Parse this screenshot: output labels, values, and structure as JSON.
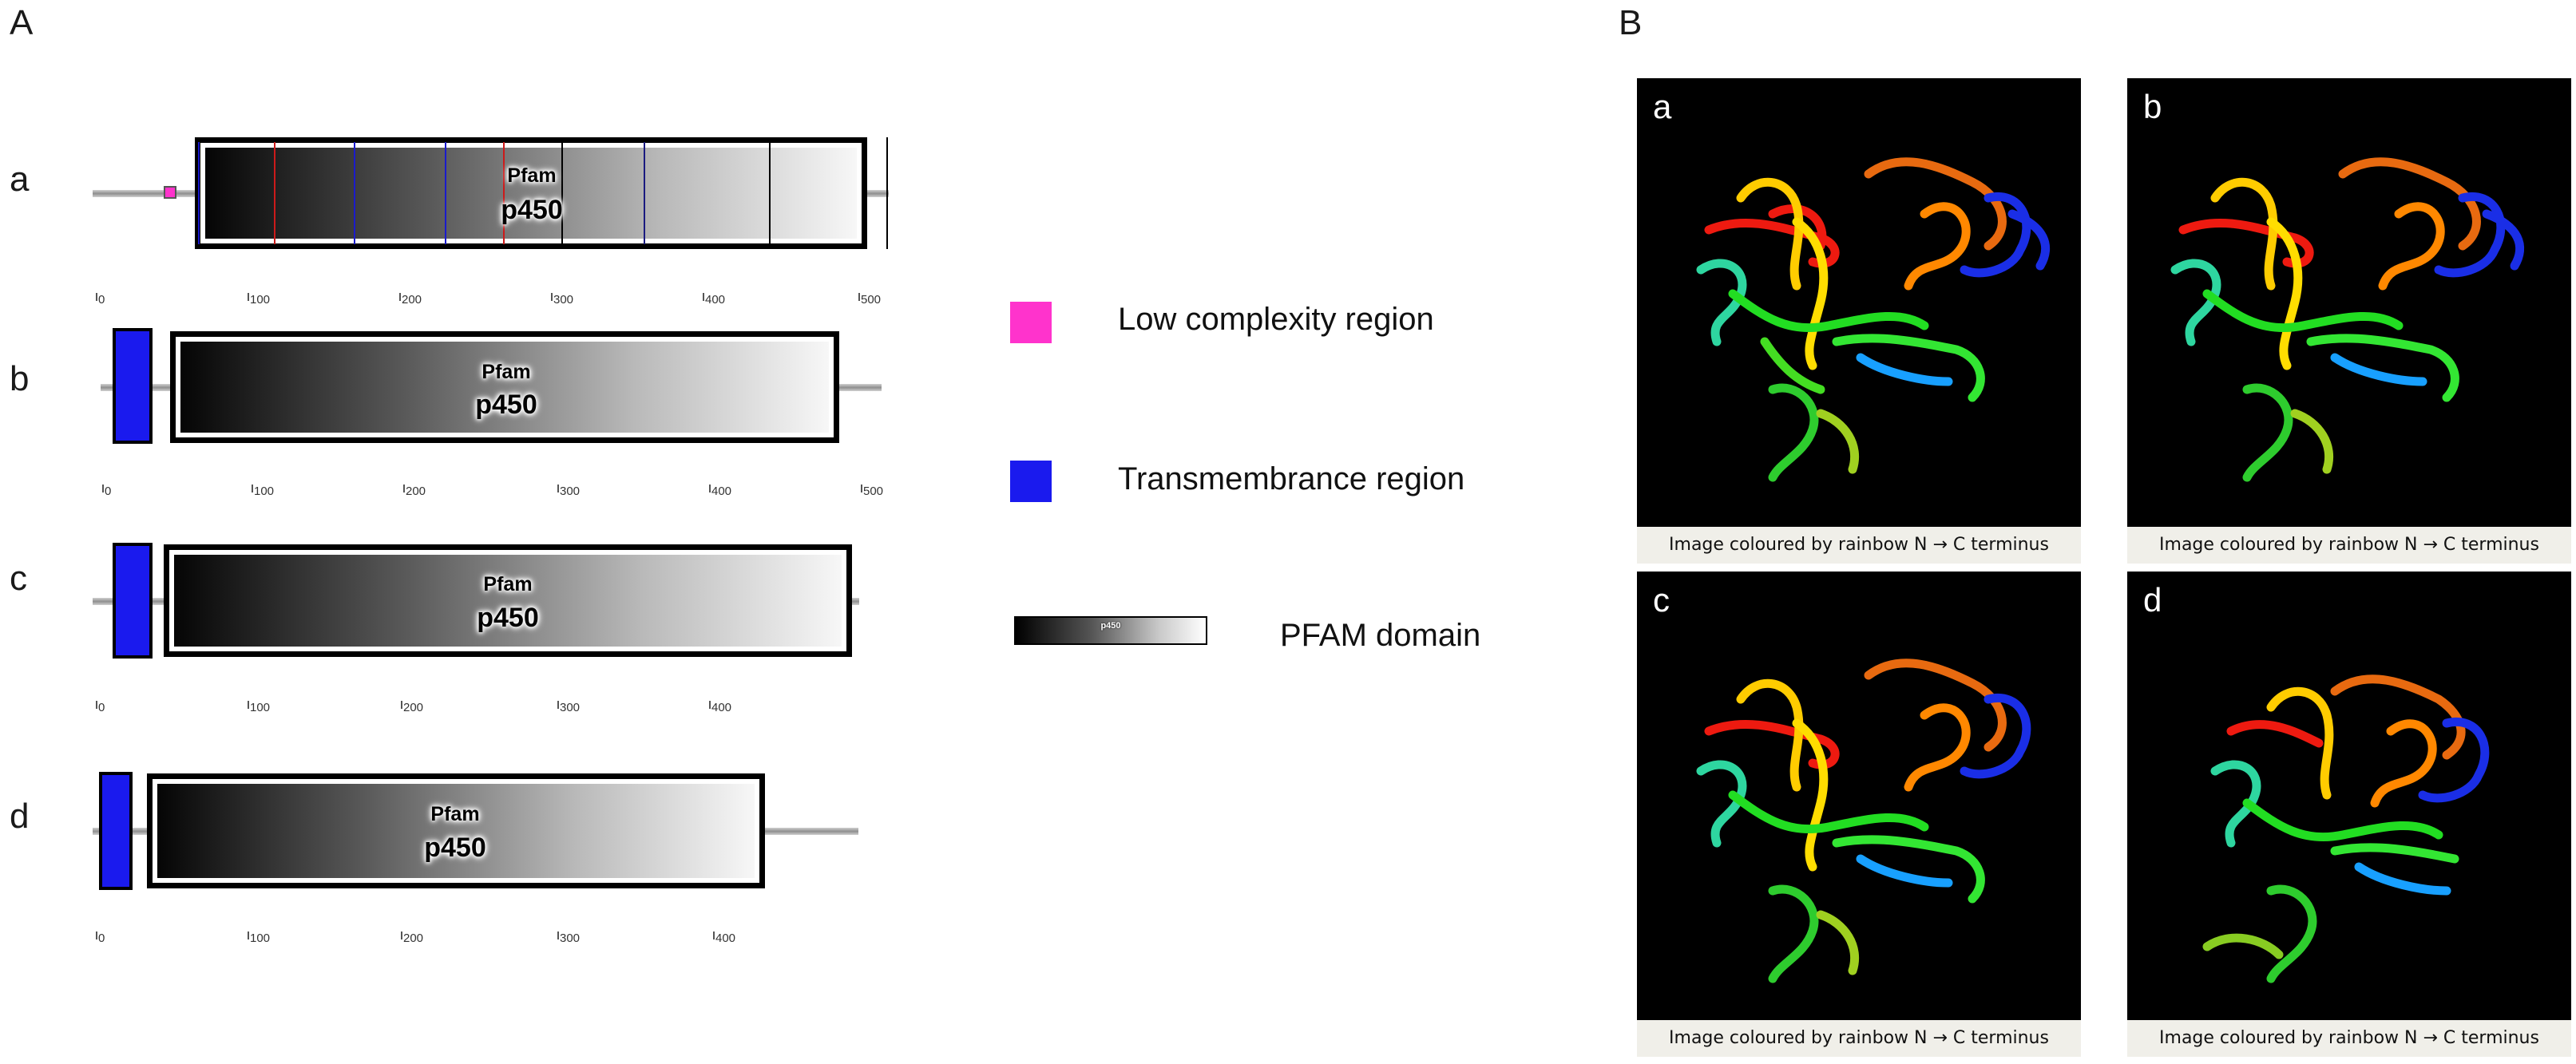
{
  "panels": {
    "A": "A",
    "B": "B"
  },
  "rows": [
    {
      "letter": "a",
      "pfam": "Pfam",
      "domain": "p450",
      "ticks": [
        "0",
        "100",
        "200",
        "300",
        "400",
        "500"
      ]
    },
    {
      "letter": "b",
      "pfam": "Pfam",
      "domain": "p450",
      "ticks": [
        "0",
        "100",
        "200",
        "300",
        "400",
        "500"
      ]
    },
    {
      "letter": "c",
      "pfam": "Pfam",
      "domain": "p450",
      "ticks": [
        "0",
        "100",
        "200",
        "300",
        "400"
      ]
    },
    {
      "letter": "d",
      "pfam": "Pfam",
      "domain": "p450",
      "ticks": [
        "0",
        "100",
        "200",
        "300",
        "400"
      ]
    }
  ],
  "legend": {
    "low_complexity": "Low complexity region",
    "transmembrane": "Transmembrance region",
    "pfam_domain": "PFAM domain",
    "pfam_swatch_text": "p450",
    "colors": {
      "low_complexity": "#ff33cc",
      "transmembrane": "#1a1aee"
    }
  },
  "structures": [
    {
      "letter": "a",
      "caption": "Image coloured by rainbow N → C terminus"
    },
    {
      "letter": "b",
      "caption": "Image coloured by rainbow N → C terminus"
    },
    {
      "letter": "c",
      "caption": "Image coloured by rainbow N → C terminus"
    },
    {
      "letter": "d",
      "caption": "Image coloured by rainbow N → C terminus"
    }
  ]
}
